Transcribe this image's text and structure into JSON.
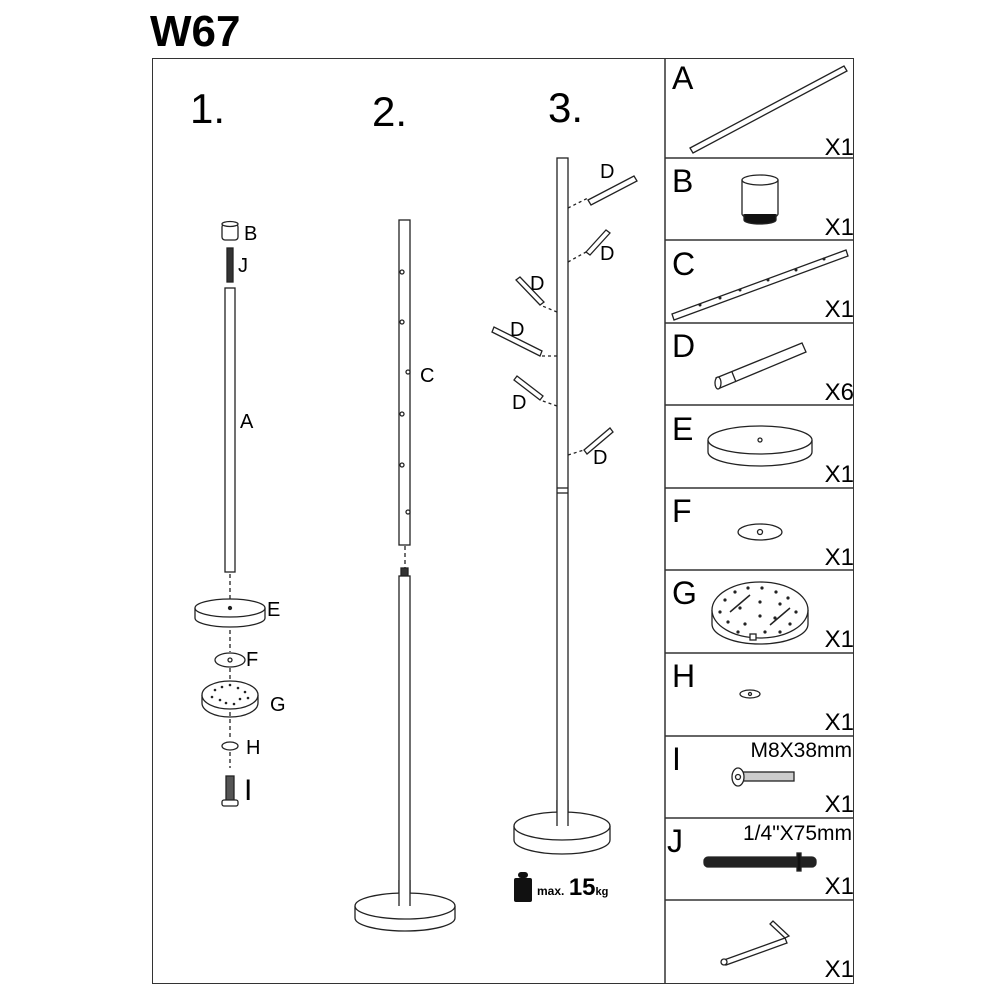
{
  "title": "W67",
  "steps": [
    "1.",
    "2.",
    "3."
  ],
  "step_labels": {
    "s1": [
      "B",
      "J",
      "A",
      "E",
      "F",
      "G",
      "H",
      "I"
    ],
    "s2": [
      "C"
    ],
    "s3": [
      "D",
      "D",
      "D",
      "D",
      "D",
      "D"
    ]
  },
  "max_load": {
    "prefix": "max.",
    "value": "15",
    "unit": "kg"
  },
  "parts": [
    {
      "letter": "A",
      "qty": "X1"
    },
    {
      "letter": "B",
      "qty": "X1"
    },
    {
      "letter": "C",
      "qty": "X1"
    },
    {
      "letter": "D",
      "qty": "X6"
    },
    {
      "letter": "E",
      "qty": "X1"
    },
    {
      "letter": "F",
      "qty": "X1"
    },
    {
      "letter": "G",
      "qty": "X1"
    },
    {
      "letter": "H",
      "qty": "X1"
    },
    {
      "letter": "I",
      "qty": "X1",
      "spec": "M8X38mm"
    },
    {
      "letter": "J",
      "qty": "X1",
      "spec": "1/4\"X75mm"
    },
    {
      "letter": "",
      "qty": "X1",
      "icon": "hex-key-icon"
    }
  ]
}
